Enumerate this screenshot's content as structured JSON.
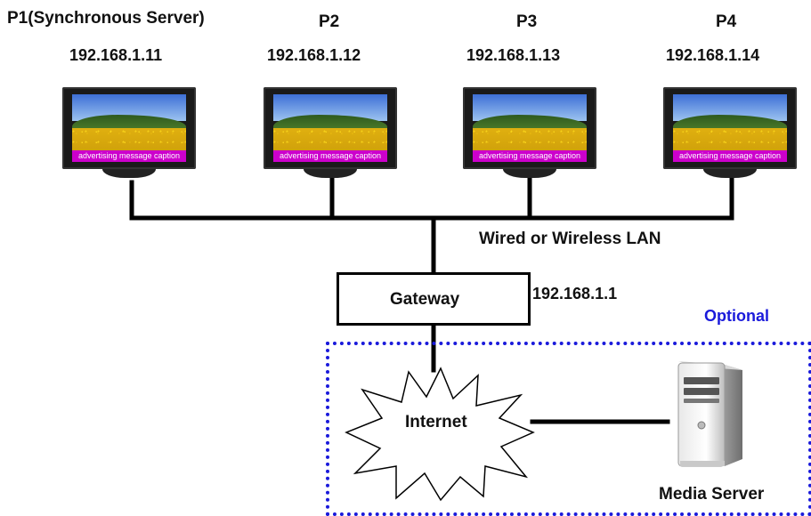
{
  "nodes": [
    {
      "name": "P1(Synchronous Server)",
      "ip": "192.168.1.11",
      "caption": "advertising message caption"
    },
    {
      "name": "P2",
      "ip": "192.168.1.12",
      "caption": "advertising message caption"
    },
    {
      "name": "P3",
      "ip": "192.168.1.13",
      "caption": "advertising message caption"
    },
    {
      "name": "P4",
      "ip": "192.168.1.14",
      "caption": "advertising message caption"
    }
  ],
  "network_label": "Wired or Wireless LAN",
  "gateway": {
    "label": "Gateway",
    "ip": "192.168.1.1"
  },
  "optional": {
    "label": "Optional",
    "color": "#1a1adb"
  },
  "internet_label": "Internet",
  "media_server_label": "Media Server",
  "caption_color": "#cc00cc"
}
